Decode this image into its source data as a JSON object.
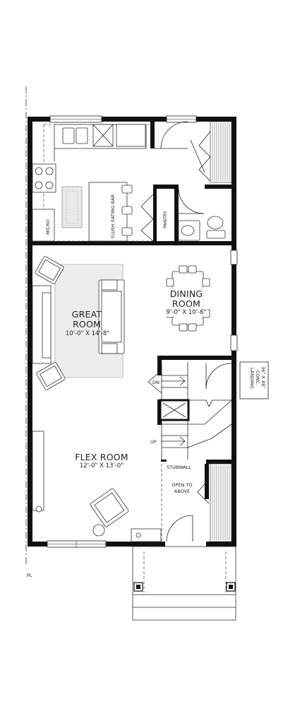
{
  "rooms": {
    "great_room": {
      "name_line1": "GREAT",
      "name_line2": "ROOM",
      "dims": "10'-0\" X 14'-8\""
    },
    "dining_room": {
      "name_line1": "DINING",
      "name_line2": "ROOM",
      "dims": "9'-0\" X 10'-6\""
    },
    "flex_room": {
      "name": "FLEX ROOM",
      "dims": "12'-0\" X 13'-0\""
    }
  },
  "labels": {
    "flush_eating_bar": "FLUSH EATING BAR",
    "pantry": "PANTRY",
    "micro": "MICRO",
    "stair_down": "DN",
    "stair_up": "UP",
    "stubwall": "STUBWALL",
    "open_to_above_line1": "OPEN TO",
    "open_to_above_line2": "ABOVE",
    "landing_line1": "36\" X 48\"",
    "landing_line2": "CONC.",
    "landing_line3": "LANDING",
    "property_line": "PL"
  }
}
